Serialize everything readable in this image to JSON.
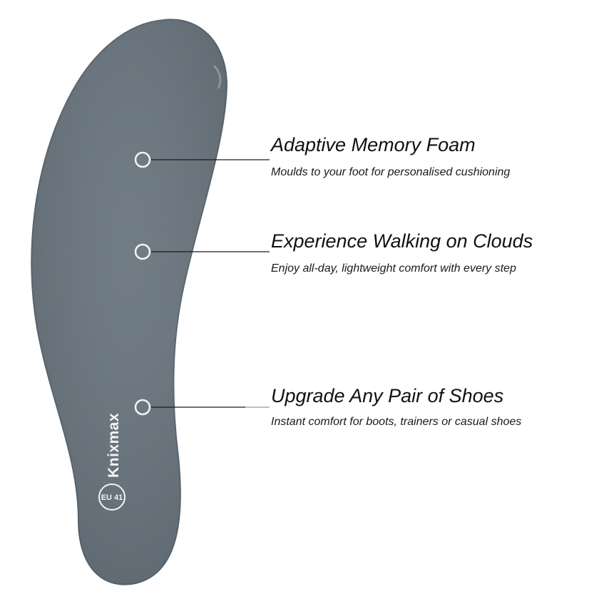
{
  "brand": "Knixmax",
  "size_label": "EU 41",
  "colors": {
    "insole": "#67737d",
    "insole_edge": "#5a656f",
    "marker": "#f2f4f5",
    "leader_line": "#1a1a1a",
    "text": "#111111"
  },
  "features": [
    {
      "title": "Adaptive Memory Foam",
      "description": "Moulds to your foot for personalised cushioning"
    },
    {
      "title": "Experience Walking on Clouds",
      "description": "Enjoy all-day, lightweight comfort with every step"
    },
    {
      "title": "Upgrade Any Pair of Shoes",
      "description": "Instant comfort for boots, trainers or casual shoes"
    }
  ]
}
